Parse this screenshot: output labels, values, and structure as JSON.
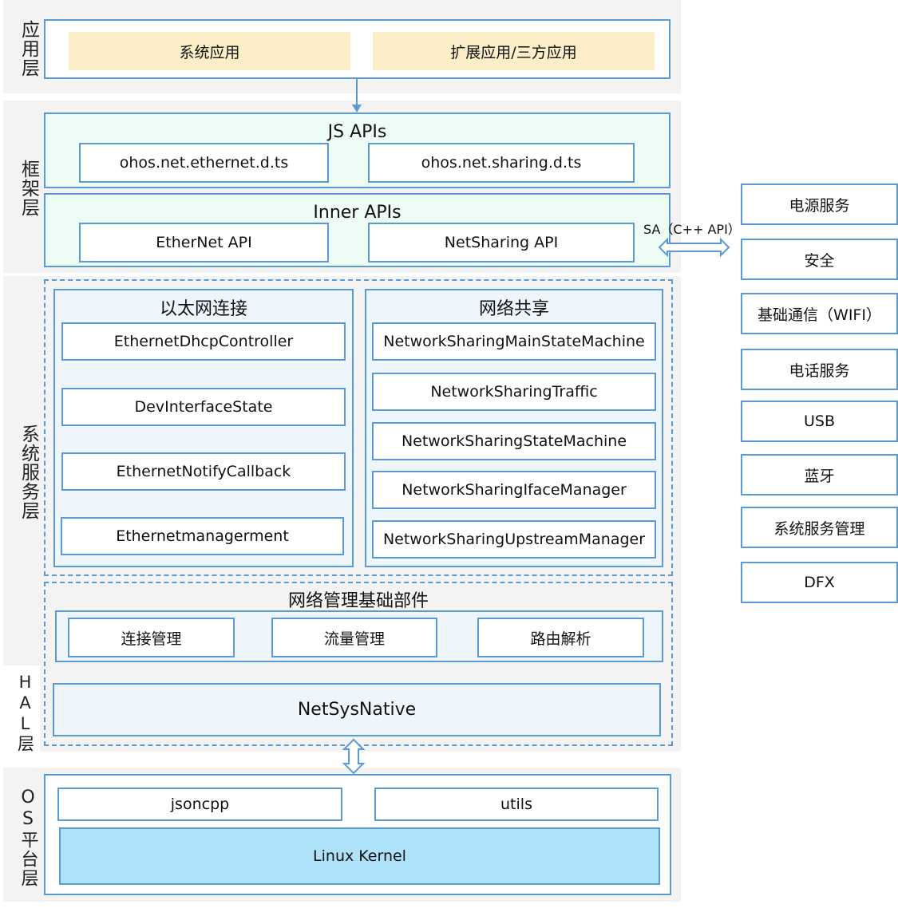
{
  "layers": {
    "app": "应用层",
    "framework": "框架层",
    "service": "系统服务层",
    "hal": "HAL层",
    "os": "OS平台层"
  },
  "app_layer": {
    "system_app": "系统应用",
    "ext_app": "扩展应用/三方应用"
  },
  "framework_layer": {
    "js_title": "JS APIs",
    "js_apis": [
      "ohos.net.ethernet.d.ts",
      "ohos.net.sharing.d.ts"
    ],
    "inner_title": "Inner APIs",
    "inner_apis": [
      "EtherNet API",
      "NetSharing API"
    ],
    "sa_label": "SA（C++ API）"
  },
  "ethernet": {
    "title": "以太网连接",
    "items": [
      "EthernetDhcpController",
      "DevInterfaceState",
      "EthernetNotifyCallback",
      "Ethernetmanagerment"
    ]
  },
  "sharing": {
    "title": "网络共享",
    "items": [
      "NetworkSharingMainStateMachine",
      "NetworkSharingTraffic",
      "NetworkSharingStateMachine",
      "NetworkSharingIfaceManager",
      "NetworkSharingUpstreamManager"
    ]
  },
  "netmgr": {
    "title": "网络管理基础部件",
    "items": [
      "连接管理",
      "流量管理",
      "路由解析"
    ]
  },
  "hal_layer": {
    "netsys": "NetSysNative"
  },
  "os_layer": {
    "libs": [
      "jsoncpp",
      "utils"
    ],
    "kernel": "Linux Kernel"
  },
  "side_services": [
    "电源服务",
    "安全",
    "基础通信（WIFI）",
    "电话服务",
    "USB",
    "蓝牙",
    "系统服务管理",
    "DFX"
  ],
  "colors": {
    "accent": "#5b9bd5",
    "band": "#f3f3f3",
    "app_box": "#fcefc8",
    "framework_fill": "#eefcf6",
    "service_fill": "#eef6fc",
    "kernel_fill": "#aee2fa"
  }
}
